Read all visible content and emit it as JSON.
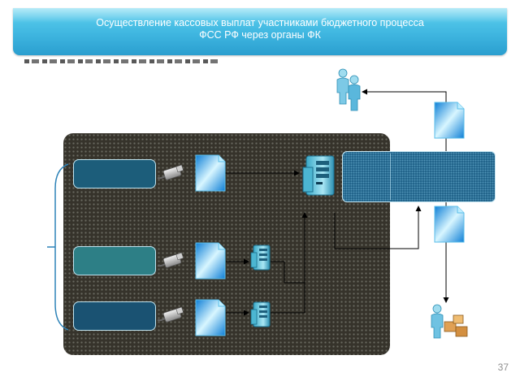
{
  "slide": {
    "title_line1": "Осуществление кассовых выплат участниками бюджетного процесса",
    "title_line2": "ФСС РФ через органы ФК",
    "page_number": "37"
  },
  "colors": {
    "banner": "#3fb6e0",
    "panel": "#36332b",
    "system_box_1": "#1c5d7a",
    "system_box_2": "#2d7f86",
    "system_box_3": "#1a5272",
    "bank_box": "#1d5f87",
    "document": "#1fa7e8",
    "connector": "#000000"
  },
  "icons": [
    "people-icon",
    "document-icon",
    "usb-cable-icon",
    "server-icon",
    "person-with-boxes-icon"
  ]
}
